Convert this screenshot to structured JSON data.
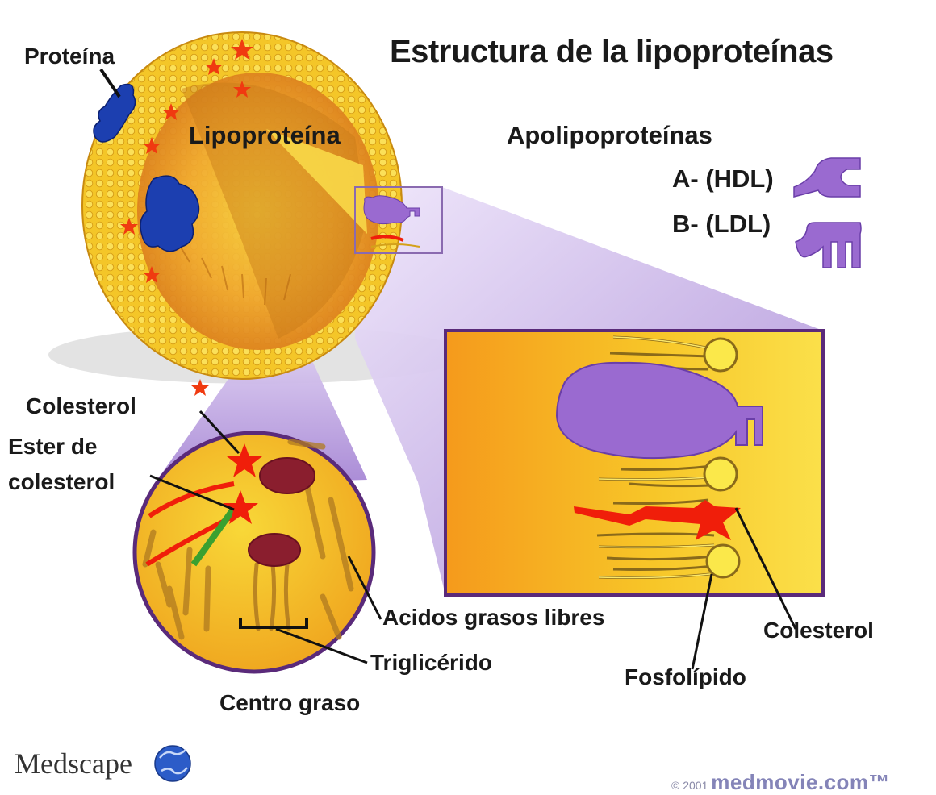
{
  "title": "Estructura de la lipoproteínas",
  "labels": {
    "proteina": "Proteína",
    "lipoproteina": "Lipoproteína",
    "apolipoproteinas": "Apolipoproteínas",
    "apo_a": "A- (HDL)",
    "apo_b": "B- (LDL)",
    "colesterol_left": "Colesterol",
    "ester_line1": "Ester de",
    "ester_line2": "colesterol",
    "acidos": "Acidos grasos libres",
    "trigliceridos": "Triglicérido",
    "centro": "Centro graso",
    "colesterol_right": "Colesterol",
    "fosfolipido": "Fosfolípido"
  },
  "credits": {
    "brand": "Medscape",
    "copyright": "© 2001",
    "site": "medmovie.com™"
  },
  "colors": {
    "apolipoprotein": "#9a6ad0",
    "membrane": "#f0c830",
    "core": "#e88a1a",
    "protein": "#1c3fb0",
    "cholesterol": "#f01e0a",
    "inset_frame": "#5a2a7a"
  }
}
